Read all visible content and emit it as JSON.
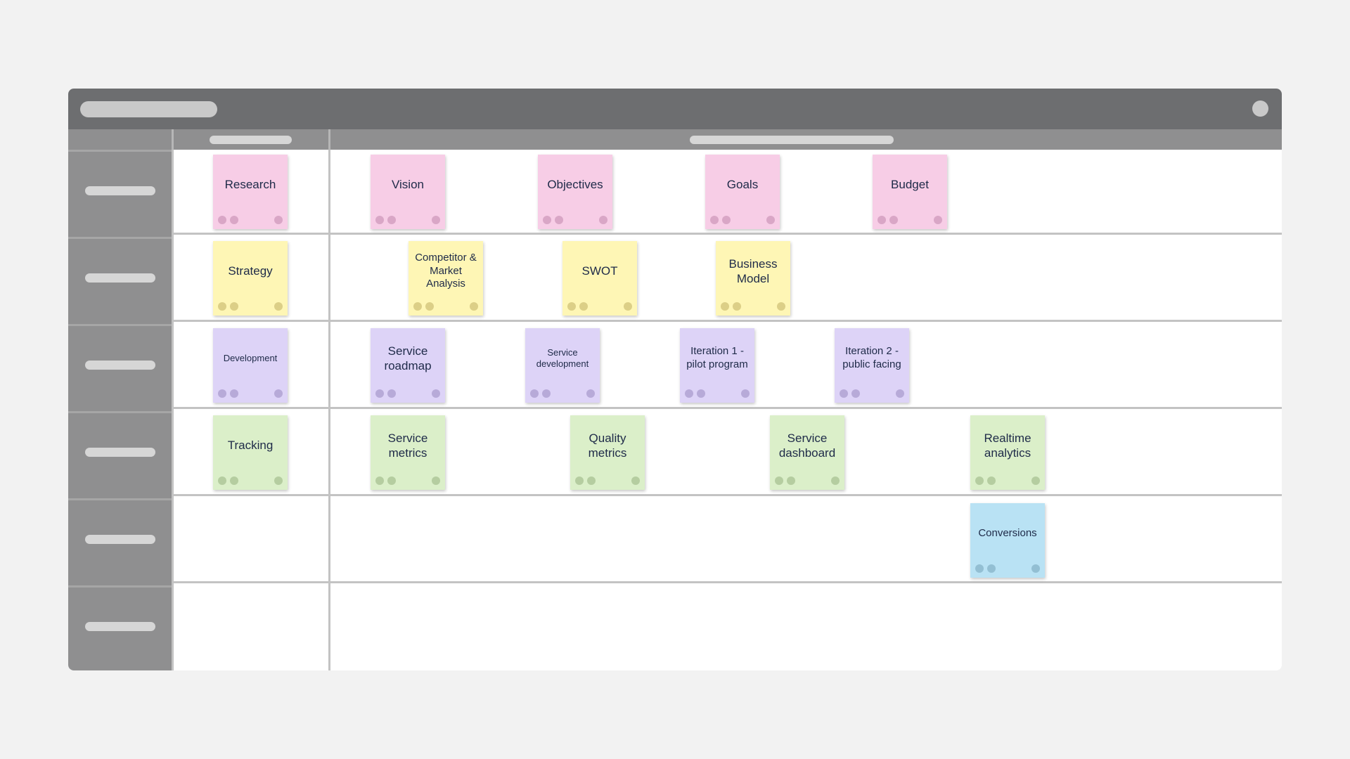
{
  "colors": {
    "pink": "#f7cde6",
    "yellow": "#fef6b5",
    "purple": "#ddd3f7",
    "green": "#dbefc9",
    "blue": "#b9e2f4"
  },
  "rows": [
    {
      "notes": [
        {
          "label": "Research",
          "color": "pink"
        },
        {
          "label": "Vision",
          "color": "pink"
        },
        {
          "label": "Objectives",
          "color": "pink"
        },
        {
          "label": "Goals",
          "color": "pink"
        },
        {
          "label": "Budget",
          "color": "pink"
        }
      ]
    },
    {
      "notes": [
        {
          "label": "Strategy",
          "color": "yellow"
        },
        {
          "label": "Competitor & Market Analysis",
          "color": "yellow"
        },
        {
          "label": "SWOT",
          "color": "yellow"
        },
        {
          "label": "Business Model",
          "color": "yellow"
        }
      ]
    },
    {
      "notes": [
        {
          "label": "Development",
          "color": "purple"
        },
        {
          "label": "Service roadmap",
          "color": "purple"
        },
        {
          "label": "Service development",
          "color": "purple"
        },
        {
          "label": "Iteration 1 - pilot program",
          "color": "purple"
        },
        {
          "label": "Iteration 2 - public facing",
          "color": "purple"
        }
      ]
    },
    {
      "notes": [
        {
          "label": "Tracking",
          "color": "green"
        },
        {
          "label": "Service metrics",
          "color": "green"
        },
        {
          "label": "Quality metrics",
          "color": "green"
        },
        {
          "label": "Service dashboard",
          "color": "green"
        },
        {
          "label": "Realtime analytics",
          "color": "green"
        }
      ]
    },
    {
      "notes": [
        {
          "label": "Conversions",
          "color": "blue"
        }
      ]
    },
    {
      "notes": []
    }
  ]
}
